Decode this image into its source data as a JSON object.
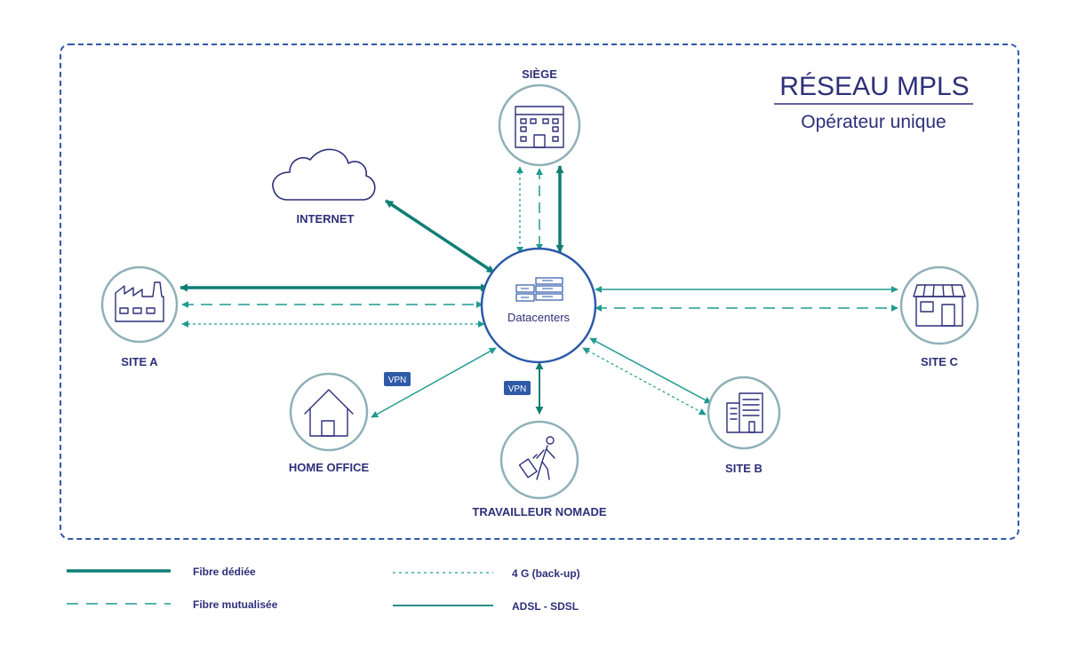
{
  "title": "RÉSEAU MPLS",
  "subtitle": "Opérateur unique",
  "colors": {
    "navy": "#2e2f7a",
    "teal_dark": "#0f7e75",
    "teal": "#1f9b8f",
    "teal_light": "#58b8aa",
    "frame": "#2e5aa8",
    "ring": "#8fb0b8",
    "vpn_badge": "#2e5aa8"
  },
  "nodes": {
    "datacenter": {
      "label": "Datacenters",
      "icon": "server-rack-icon"
    },
    "siege": {
      "label": "SIÈGE",
      "icon": "office-building-icon"
    },
    "internet": {
      "label": "INTERNET",
      "icon": "cloud-icon"
    },
    "site_a": {
      "label": "SITE A",
      "icon": "factory-icon"
    },
    "site_b": {
      "label": "SITE B",
      "icon": "building-icon"
    },
    "site_c": {
      "label": "SITE C",
      "icon": "shop-icon"
    },
    "home_office": {
      "label": "HOME OFFICE",
      "icon": "house-icon"
    },
    "nomade": {
      "label": "TRAVAILLEUR  NOMADE",
      "icon": "traveler-icon"
    }
  },
  "badges": {
    "vpn_home": "VPN",
    "vpn_nomade": "VPN"
  },
  "legend": {
    "fibre_dediee": "Fibre dédiée",
    "fibre_mutualisee": "Fibre mutualisée",
    "backup_4g": "4 G (back-up)",
    "adsl_sdsl": "ADSL - SDSL"
  }
}
